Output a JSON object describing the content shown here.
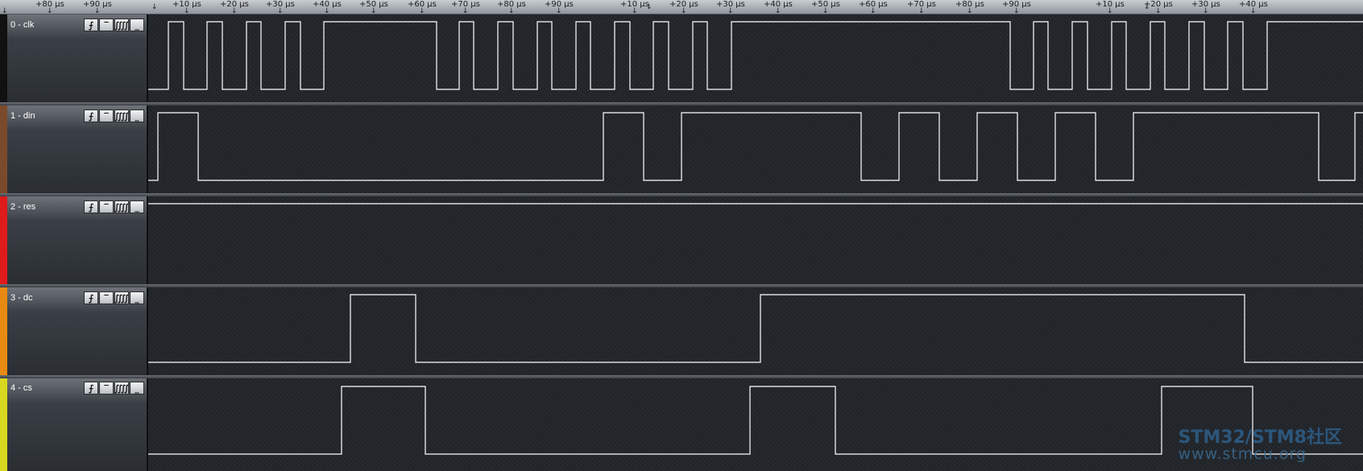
{
  "ruler": {
    "ticks": [
      "µs",
      "+80 µs",
      "+90 µs",
      "+10 µs",
      "+20 µs",
      "+30 µs",
      "+40 µs",
      "+50 µs",
      "+60 µs",
      "+70 µs",
      "+80 µs",
      "+90 µs",
      "+10 µs",
      "+20 µs",
      "+30 µs",
      "+40 µs",
      "+50 µs",
      "+60 µs",
      "+70 µs",
      "+80 µs",
      "+90 µs",
      "+10 µs",
      "+20 µs",
      "+30 µs",
      "+40 µs"
    ],
    "origins": [
      "↓",
      "↓",
      "↓"
    ]
  },
  "channels": [
    {
      "name": "0 - clk",
      "color": "#111111"
    },
    {
      "name": "1 - din",
      "color": "#7a4a2a"
    },
    {
      "name": "2 - res",
      "color": "#e01b1b"
    },
    {
      "name": "3 - dc",
      "color": "#e88a12"
    },
    {
      "name": "4 - cs",
      "color": "#d8d81e"
    }
  ],
  "trigger_buttons": [
    "⨍",
    "‾",
    "⨌",
    "_"
  ],
  "signals": {
    "clk": [
      [
        0,
        0
      ],
      [
        25,
        1
      ],
      [
        44,
        0
      ],
      [
        73,
        1
      ],
      [
        92,
        0
      ],
      [
        122,
        1
      ],
      [
        140,
        0
      ],
      [
        170,
        1
      ],
      [
        189,
        0
      ],
      [
        218,
        1
      ],
      [
        358,
        0
      ],
      [
        386,
        1
      ],
      [
        404,
        0
      ],
      [
        434,
        1
      ],
      [
        453,
        0
      ],
      [
        483,
        1
      ],
      [
        501,
        0
      ],
      [
        531,
        1
      ],
      [
        549,
        0
      ],
      [
        579,
        1
      ],
      [
        598,
        0
      ],
      [
        627,
        1
      ],
      [
        646,
        0
      ],
      [
        676,
        1
      ],
      [
        694,
        0
      ],
      [
        724,
        1
      ],
      [
        1070,
        0
      ],
      [
        1099,
        1
      ],
      [
        1117,
        0
      ],
      [
        1147,
        1
      ],
      [
        1166,
        0
      ],
      [
        1196,
        1
      ],
      [
        1214,
        0
      ],
      [
        1244,
        1
      ],
      [
        1262,
        0
      ],
      [
        1292,
        1
      ],
      [
        1311,
        0
      ],
      [
        1340,
        1
      ],
      [
        1359,
        0
      ],
      [
        1389,
        1
      ],
      [
        1389,
        1
      ],
      [
        1389,
        1
      ],
      [
        1389,
        1
      ],
      [
        1389,
        1
      ],
      [
        1389,
        1
      ],
      [
        1389,
        1
      ],
      [
        1389,
        1
      ],
      [
        1389,
        1
      ]
    ],
    "din": [
      [
        0,
        0
      ],
      [
        12,
        1
      ],
      [
        62,
        0
      ],
      [
        565,
        1
      ],
      [
        615,
        0
      ],
      [
        662,
        1
      ],
      [
        885,
        0
      ],
      [
        932,
        1
      ],
      [
        982,
        0
      ],
      [
        1029,
        1
      ],
      [
        1079,
        0
      ],
      [
        1126,
        1
      ],
      [
        1176,
        0
      ],
      [
        1223,
        1
      ],
      [
        1453,
        0
      ],
      [
        1498,
        1
      ]
    ],
    "res": [
      [
        0,
        1
      ]
    ],
    "dc": [
      [
        0,
        0
      ],
      [
        251,
        1
      ],
      [
        332,
        0
      ],
      [
        760,
        1
      ],
      [
        1361,
        0
      ]
    ],
    "cs": [
      [
        0,
        0
      ],
      [
        240,
        1
      ],
      [
        344,
        0
      ],
      [
        747,
        1
      ],
      [
        853,
        0
      ],
      [
        1258,
        1
      ],
      [
        1371,
        0
      ]
    ]
  },
  "watermark": {
    "line1": "STM32/STM8社区",
    "line2": "www.stmcu.org"
  }
}
